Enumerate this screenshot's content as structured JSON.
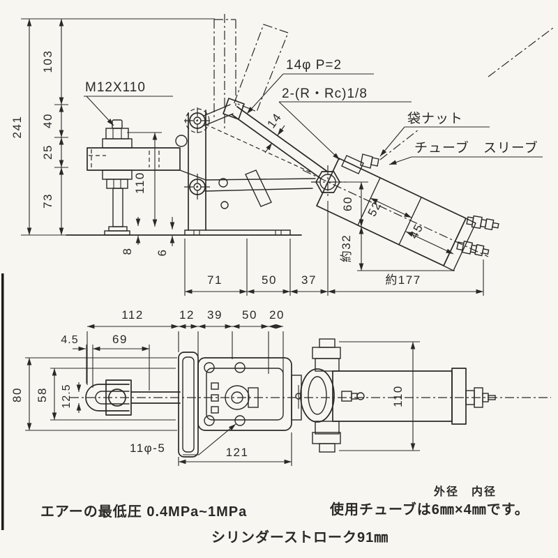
{
  "top_view": {
    "callouts": {
      "spindle_thread": "M12X110",
      "rod_spec": "14φ P=2",
      "port_spec": "2-(R・Rc)1/8",
      "cap_nut": "袋ナット",
      "tube_sleeve": "チューブ　スリーブ"
    },
    "dims": {
      "overall_height": "241",
      "h_upper": "103",
      "h_mid1": "40",
      "h_mid2": "25",
      "h_lower": "73",
      "spindle_adjust": "110",
      "pad_height": "8",
      "base_thickness": "6",
      "base_left": "71",
      "base_right": "50",
      "to_pivot": "37",
      "cylinder_reach": "約177",
      "below_pivot": "60",
      "below_base": "約32",
      "cyl_section1": "52",
      "cyl_section2": "45",
      "rod_diameter": "14"
    }
  },
  "bottom_view": {
    "dims": {
      "eye_to_plate": "112",
      "plate_thickness": "12",
      "seg_39": "39",
      "seg_50": "50",
      "seg_20": "20",
      "eye_offset": "4.5",
      "eye_length": "69",
      "body_width": "80",
      "inner_width": "58",
      "slot_offset": "12.5",
      "mount_holes": "11φ-5",
      "body_length": "121",
      "across_fittings": "110"
    }
  },
  "notes": {
    "air_pressure": "エアーの最低圧 0.4MPa~1MPa",
    "cylinder_stroke": "シリンダーストローク91㎜",
    "tube_spec_header": "外径　内径",
    "tube_spec": "使用チューブは6㎜×4㎜です。"
  },
  "colors": {
    "ink": "#2b2927",
    "paper": "#f8f6f1",
    "scan_edge": "#1c1b19"
  }
}
